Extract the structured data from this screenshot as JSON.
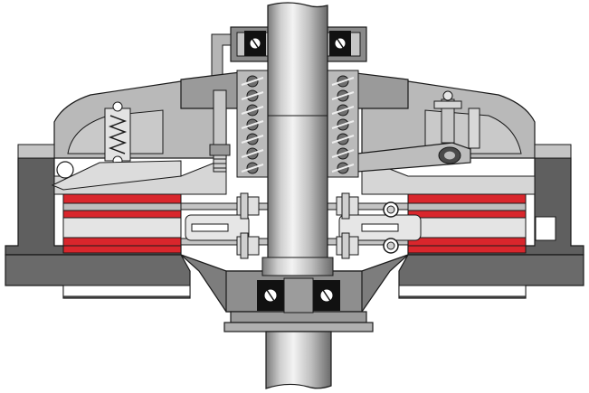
{
  "diagram": {
    "palette": {
      "background": "#ffffff",
      "housing_dark": "#5f5f5f",
      "housing_mid": "#8e8e8e",
      "housing_light": "#b9b9b9",
      "part_light": "#d9d9d9",
      "outline": "#1a1a1a",
      "friction_facing": "#d9262c",
      "bearing_black": "#111111",
      "shaft_highlight": "#f2f2f2"
    },
    "components": [
      {
        "id": "input-shaft",
        "label": ""
      },
      {
        "id": "output-shaft",
        "label": ""
      },
      {
        "id": "clutch-housing",
        "label": ""
      },
      {
        "id": "pressure-springs",
        "label": ""
      },
      {
        "id": "upper-bearing",
        "label": ""
      },
      {
        "id": "lower-bearing",
        "label": ""
      },
      {
        "id": "friction-discs",
        "label": ""
      },
      {
        "id": "release-levers",
        "label": ""
      },
      {
        "id": "adjusting-spring",
        "label": ""
      }
    ]
  }
}
